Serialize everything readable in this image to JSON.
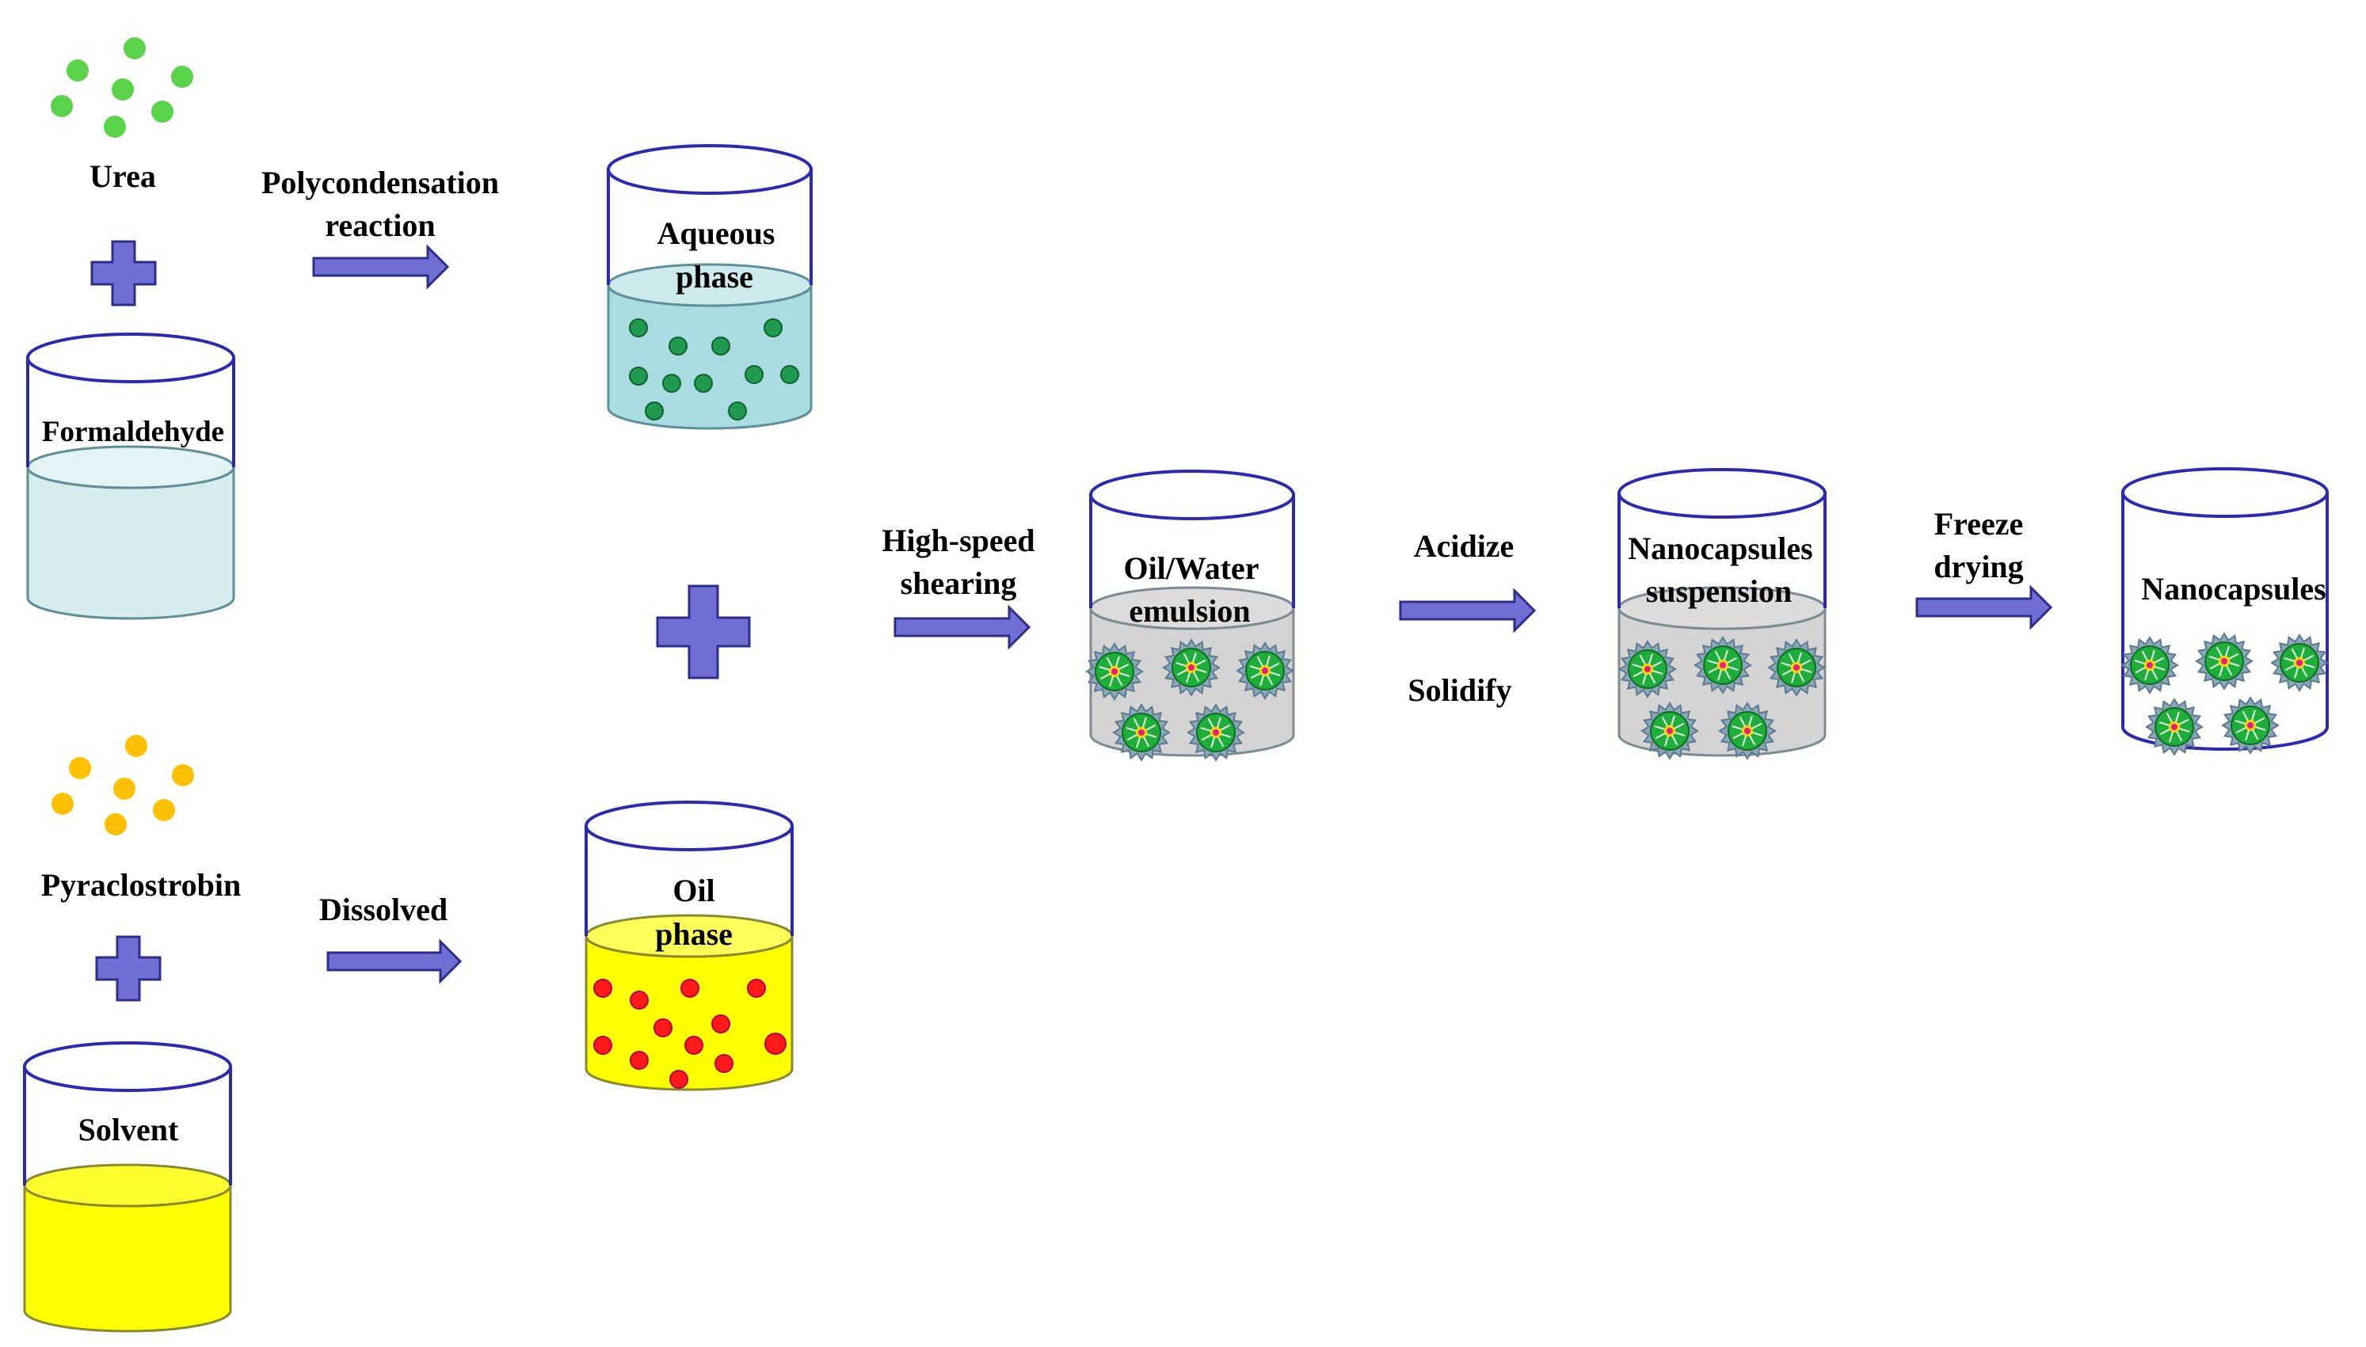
{
  "labels": {
    "urea": "Urea",
    "polycondensation": [
      "Polycondensation",
      "reaction"
    ],
    "formaldehyde": "Formaldehyde",
    "aqueous_phase": [
      "Aqueous",
      "phase"
    ],
    "high_speed_shearing": [
      "High-speed",
      "shearing"
    ],
    "oil_water_emulsion": [
      "Oil/Water",
      "emulsion"
    ],
    "acidize": "Acidize",
    "solidify": "Solidify",
    "nanocapsules_suspension": [
      "Nanocapsules",
      "suspension"
    ],
    "freeze_drying": [
      "Freeze",
      "drying"
    ],
    "nanocapsules": "Nanocapsules",
    "pyraclostrobin": "Pyraclostrobin",
    "dissolved": "Dissolved",
    "oil_phase": [
      "Oil",
      "phase"
    ],
    "solvent": "Solvent"
  },
  "colors": {
    "outline_blue": "#2b2bb0",
    "liquid_water": "#d6ecef",
    "liquid_aqueous": "#a9dce0",
    "liquid_yellow": "#ffff00",
    "liquid_grey": "#d4d4d4",
    "arrow_fill": "#7070d4",
    "arrow_stroke": "#2e2e8a",
    "urea_dot": "#5ad24a",
    "pyraclostrobin_dot": "#ffc000",
    "aqueous_dot": "#1f9a4f",
    "oil_dot": "#ff1a1a",
    "capsule_core": "#1fae3a",
    "capsule_halo": "#8aa6b8"
  }
}
